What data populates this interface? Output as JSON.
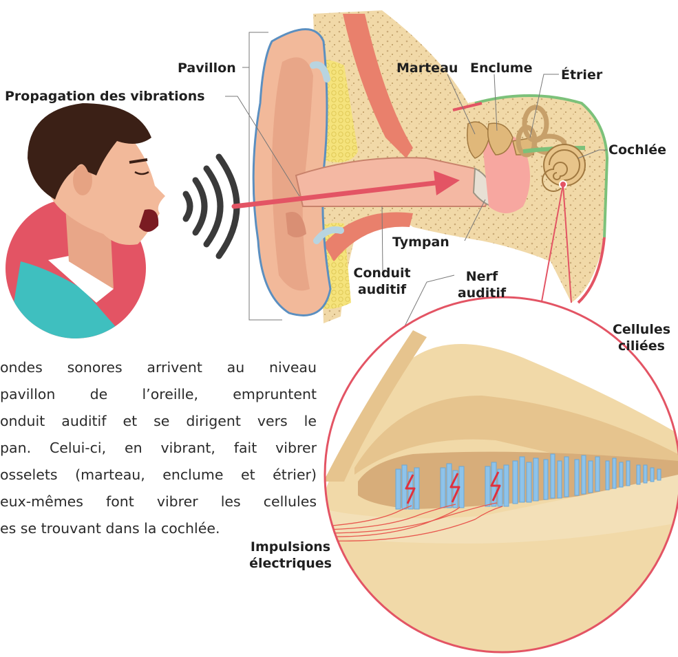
{
  "labels": {
    "pavillon": "Pavillon",
    "propagation": "Propagation des vibrations",
    "marteau": "Marteau",
    "enclume": "Enclume",
    "etrier": "Étrier",
    "cochlee": "Cochlée",
    "tympan": "Tympan",
    "conduit_1": "Conduit",
    "conduit_2": "auditif",
    "nerf_1": "Nerf",
    "nerf_2": "auditif",
    "cellules_1": "Cellules",
    "cellules_2": "ciliées",
    "impulsions_1": "Impulsions",
    "impulsions_2": "électriques"
  },
  "paragraph": {
    "line1": "ondes sonores arrivent au niveau",
    "line2": "pavillon de l’oreille, empruntent",
    "line3": "onduit auditif et se dirigent vers le",
    "line4": "pan. Celui-ci, en vibrant, fait vibrer",
    "line5": "osselets (marteau, enclume et étrier)",
    "line6": "eux-mêmes font vibrer les cellules",
    "line7": "es se trouvant dans la cochlée."
  },
  "colors": {
    "accent_red": "#e35464",
    "skin": "#f2b99a",
    "skin_dark": "#d98f74",
    "hair": "#3b2016",
    "shirt": "#3fbfbf",
    "bone": "#f1d9a8",
    "fat_yellow": "#f5e37c",
    "cartilage_blue": "#b8d4e0",
    "muscle": "#e9806c",
    "hair_cells": "#8ec3ea",
    "green_band": "#7cc17a",
    "wave": "#3a3a3a"
  },
  "icons": [
    "speaker-head-icon",
    "sound-waves-icon",
    "lightning-icon"
  ]
}
